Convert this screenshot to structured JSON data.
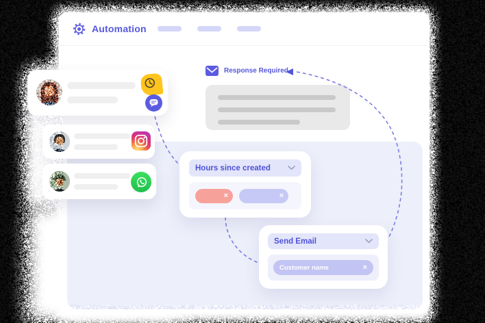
{
  "window": {
    "title": "Automation"
  },
  "header": {
    "nav_placeholder_count": 3
  },
  "labels": {
    "response_required": "Response Required",
    "condition_dropdown": "Hours since created",
    "action_dropdown": "Send Email",
    "merge_tag": "Customer name",
    "close_glyph": "×"
  },
  "contacts": [
    {
      "badges": [
        "clock-icon",
        "chat-bubble-icon"
      ]
    },
    {
      "badges": [
        "instagram-icon"
      ]
    },
    {
      "badges": [
        "whatsapp-icon"
      ]
    }
  ],
  "colors": {
    "primary": "#5b5be0",
    "nav_pill": "#d5d7f8",
    "dropdown_bg": "#e3e5fa",
    "panel": "#edeffa",
    "tag_red": "#f7a19b",
    "tag_purple": "#c6c8f5",
    "gray_card": "#e9e9e9",
    "yellow_badge": "#ffc41d",
    "whatsapp_green": "#25d366",
    "dashed_line": "#7c7ee3"
  }
}
